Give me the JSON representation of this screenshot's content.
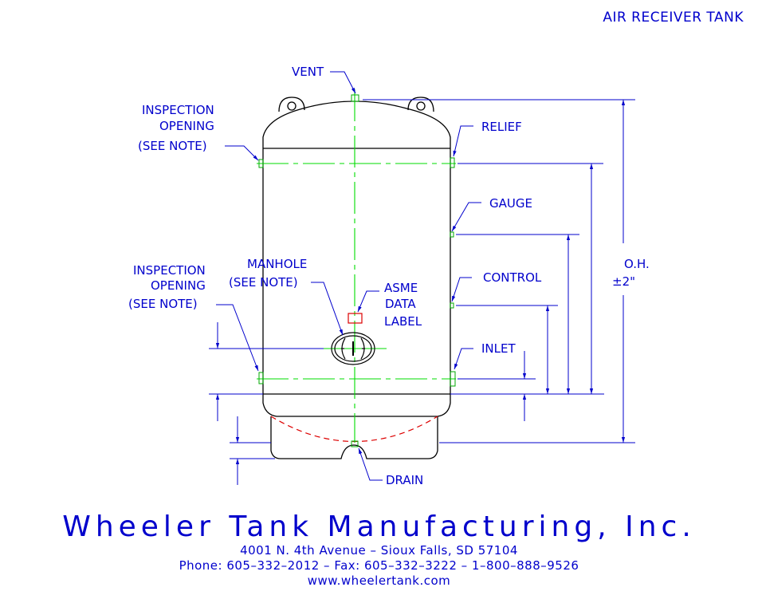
{
  "title": "AIR RECEIVER TANK",
  "labels": {
    "vent": "VENT",
    "inspection_top": [
      "INSPECTION",
      "OPENING",
      "(SEE NOTE)"
    ],
    "inspection_bottom": [
      "INSPECTION",
      "OPENING",
      "(SEE NOTE)"
    ],
    "relief": "RELIEF",
    "gauge": "GAUGE",
    "manhole": [
      "MANHOLE",
      "(SEE NOTE)"
    ],
    "asme": [
      "ASME",
      "DATA",
      "LABEL"
    ],
    "control": "CONTROL",
    "inlet": "INLET",
    "drain": "DRAIN",
    "overall_height": [
      "O.H.",
      "±2\""
    ]
  },
  "footer": {
    "company": "Wheeler Tank Manufacturing, Inc.",
    "address": "4001 N. 4th Avenue  –  Sioux Falls, SD 57104",
    "phone": "Phone: 605–332–2012  –  Fax: 605–332–3222  –  1–800–888–9526",
    "website": "www.wheelertank.com"
  },
  "colors": {
    "outline": "#000000",
    "label": "#0000cc",
    "centerline": "#00dd00",
    "hidden_head": "#dd0000",
    "fitting": "#00aa00"
  }
}
